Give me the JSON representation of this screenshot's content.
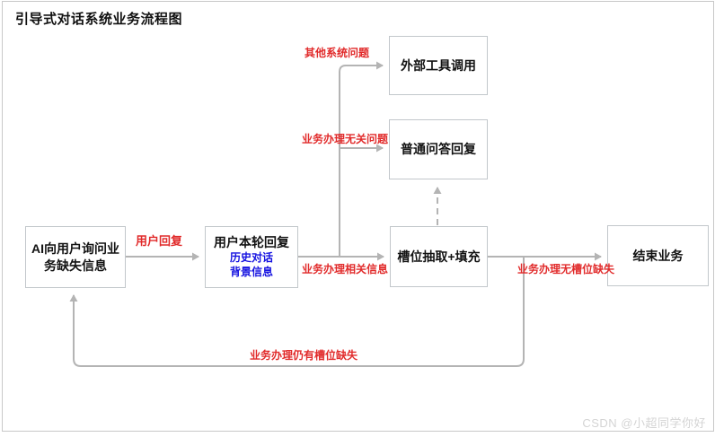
{
  "title": "引导式对话系统业务流程图",
  "colors": {
    "edge_label_red": "#e12a2a",
    "context_blue": "#1512e0",
    "connector_gray": "#b4b4b4",
    "node_border_gray": "#c2c7cb",
    "text_black": "#121212",
    "watermark_gray": "#d4d4d4"
  },
  "nodes": {
    "ask": {
      "label": "AI向用户询问业务缺失信息"
    },
    "reply": {
      "label": "用户本轮回复",
      "sub1": "历史对话",
      "sub2": "背景信息"
    },
    "slot": {
      "label": "槽位抽取+填充"
    },
    "end": {
      "label": "结束业务"
    },
    "tool": {
      "label": "外部工具调用"
    },
    "qa": {
      "label": "普通问答回复"
    }
  },
  "edges": {
    "user_reply": "用户回复",
    "other_system": "其他系统问题",
    "unrelated": "业务办理无关问题",
    "related": "业务办理相关信息",
    "no_missing": "业务办理无槽位缺失",
    "still_missing": "业务办理仍有槽位缺失"
  },
  "watermark": "CSDN @小超同学你好"
}
